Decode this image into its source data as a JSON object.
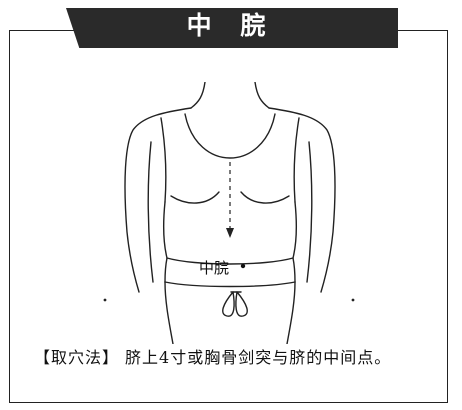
{
  "page": {
    "title": "中 脘",
    "point_label": "中脘",
    "caption": {
      "label": "【取穴法】",
      "text": "脐上4寸或胸骨剑突与脐的中间点。"
    }
  },
  "colors": {
    "banner": "#2a2a2a",
    "ink": "#111111",
    "background": "#ffffff"
  }
}
